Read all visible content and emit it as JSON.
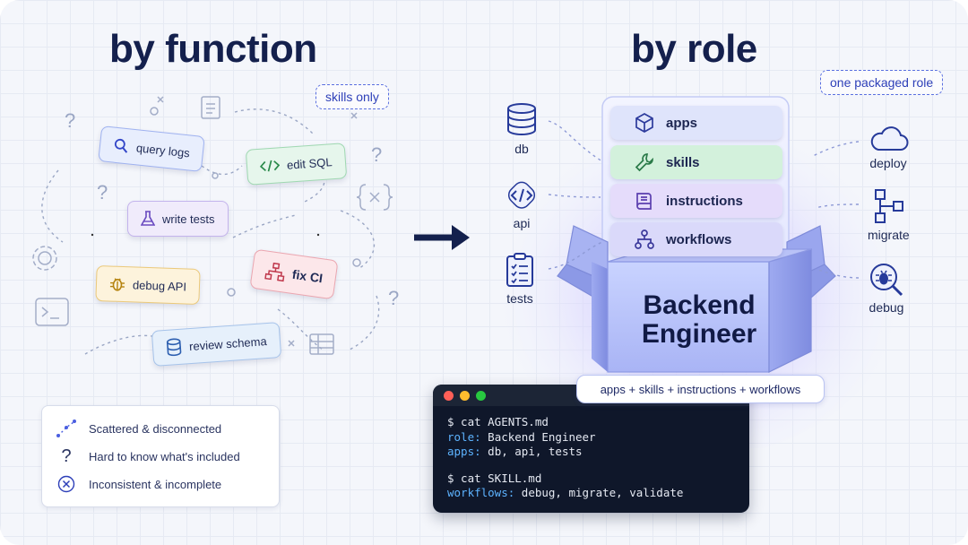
{
  "left": {
    "title": "by function",
    "tag": "skills only",
    "chips": [
      {
        "label": "query logs",
        "icon": "search-icon"
      },
      {
        "label": "edit SQL",
        "icon": "code-icon"
      },
      {
        "label": "write tests",
        "icon": "flask-icon"
      },
      {
        "label": "debug API",
        "icon": "bug-icon"
      },
      {
        "label": "fix CI",
        "icon": "workflow-icon"
      },
      {
        "label": "review schema",
        "icon": "database-icon"
      }
    ],
    "legend": [
      {
        "label": "Scattered & disconnected",
        "icon": "scatter-icon"
      },
      {
        "label": "Hard to know what's included",
        "icon": "question-icon"
      },
      {
        "label": "Inconsistent & incomplete",
        "icon": "x-circle-icon"
      }
    ]
  },
  "right": {
    "title": "by role",
    "tag": "one packaged role",
    "box_label_line1": "Backend",
    "box_label_line2": "Engineer",
    "layers": [
      {
        "label": "apps",
        "color": "#dfe4fb",
        "icon": "cube-icon"
      },
      {
        "label": "skills",
        "color": "#d3f1dc",
        "icon": "wrench-icon"
      },
      {
        "label": "instructions",
        "color": "#e5dcfb",
        "icon": "book-icon"
      },
      {
        "label": "workflows",
        "color": "#dad9fa",
        "icon": "flow-icon"
      }
    ],
    "inputs": [
      {
        "label": "db",
        "icon": "database-icon"
      },
      {
        "label": "api",
        "icon": "code-icon"
      },
      {
        "label": "tests",
        "icon": "checklist-icon"
      }
    ],
    "outputs": [
      {
        "label": "deploy",
        "icon": "cloud-icon"
      },
      {
        "label": "migrate",
        "icon": "hierarchy-icon"
      },
      {
        "label": "debug",
        "icon": "bug-search-icon"
      }
    ],
    "summary": "apps + skills + instructions + workflows",
    "terminal": {
      "cmd1": "$ cat AGENTS.md",
      "role_key": "role:",
      "role_val": " Backend Engineer",
      "apps_key": "apps:",
      "apps_val": " db, api, tests",
      "cmd2": "$ cat SKILL.md",
      "wf_key": "workflows:",
      "wf_val": " debug, migrate, validate"
    }
  },
  "colors": {
    "title": "#14204d",
    "accent": "#4a5ee0",
    "terminal_bg": "#0f172a"
  }
}
